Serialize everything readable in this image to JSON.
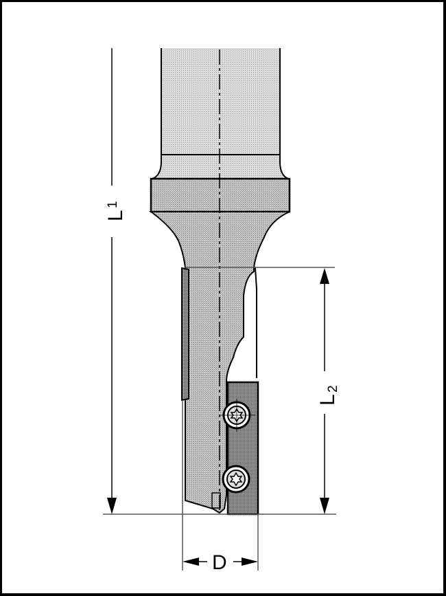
{
  "drawing": {
    "subject": "router bit with replaceable knives",
    "colors": {
      "shank_fill": "#d6d6d6",
      "body_fill": "#c4c4c4",
      "knife_fill": "#8c8c8c",
      "outline": "#000000",
      "dim_line": "#555555"
    }
  },
  "dimensions": {
    "L1": {
      "letter": "L",
      "subscript": "1"
    },
    "L2": {
      "letter": "L",
      "subscript": "2"
    },
    "D": {
      "letter": "D"
    }
  }
}
